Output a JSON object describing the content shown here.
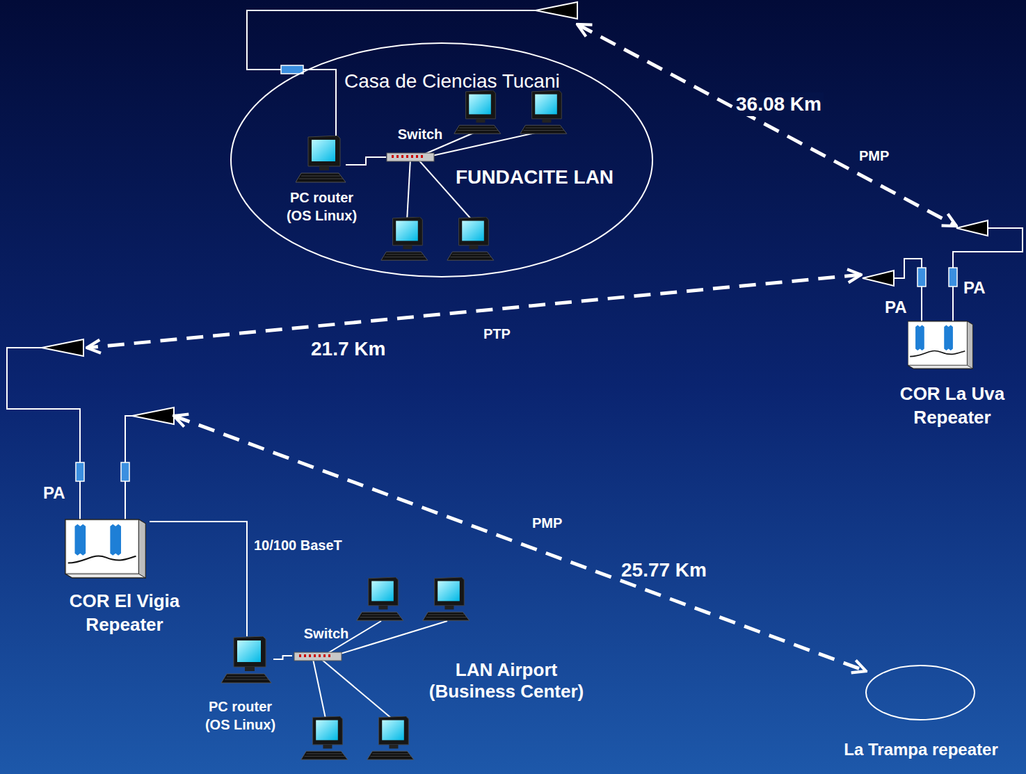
{
  "diagram": {
    "nodes": [
      {
        "text": [
          "Casa de Ciencias Tucani",
          "FUNDACITE LAN"
        ]
      },
      {
        "text": [
          "PC router (OS Linux)"
        ],
        "in": 0
      },
      {
        "text": [
          "Switch"
        ],
        "in": 0
      },
      {
        "text": [
          "COR La Uva Repeater"
        ]
      },
      {
        "text": [
          "COR El Vigia Repeater"
        ]
      },
      {
        "text": [
          "PC router (OS Linux)"
        ]
      },
      {
        "text": [
          "Switch"
        ]
      },
      {
        "text": [
          "La Trampa repeater"
        ]
      }
    ],
    "edges": [
      {
        "from": 1,
        "to": 2,
        "arrow": "none"
      },
      {
        "from": 0,
        "to": 3,
        "label": "36.08 Km",
        "arrow": "both"
      },
      {
        "from": 3,
        "to": 4,
        "label": "21.7 Km",
        "arrow": "both"
      },
      {
        "from": 4,
        "to": 7,
        "label": "25.77 Km",
        "arrow": "both"
      },
      {
        "from": 4,
        "to": 5,
        "label": "10/100 BaseT",
        "arrow": "none"
      },
      {
        "from": 5,
        "to": 6,
        "arrow": "none"
      }
    ],
    "labels": [
      "PMP",
      "PA",
      "PA",
      "PTP",
      "PA",
      "PMP",
      "LAN Airport (Business Center)"
    ]
  }
}
